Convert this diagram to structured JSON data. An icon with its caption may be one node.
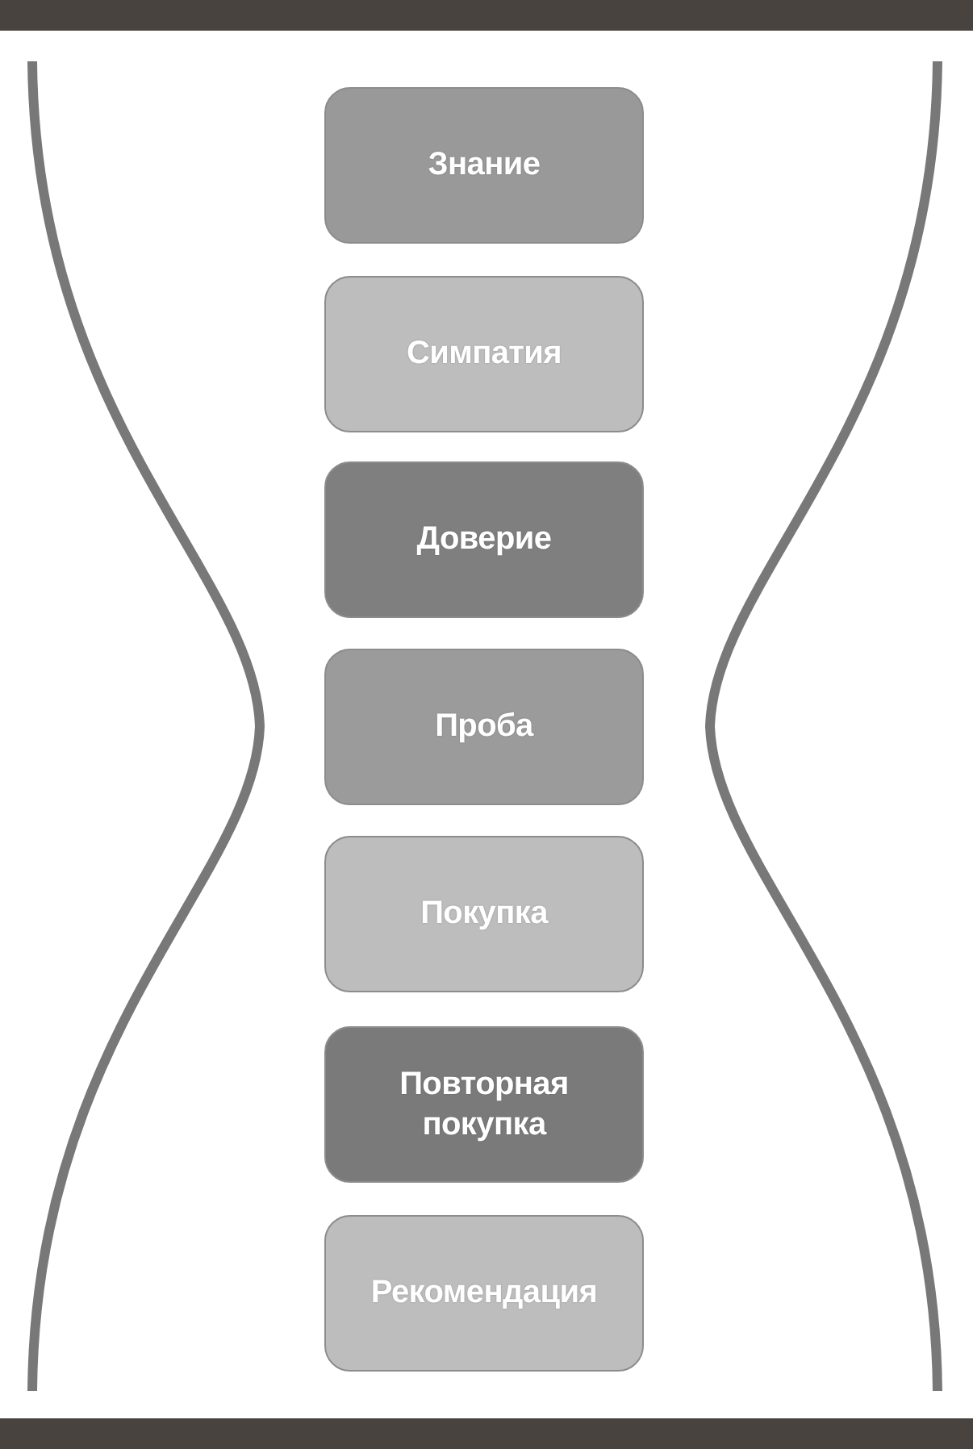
{
  "diagram": {
    "nodes": [
      {
        "text": [
          "Знание"
        ]
      },
      {
        "text": [
          "Симпатия"
        ]
      },
      {
        "text": [
          "Доверие"
        ]
      },
      {
        "text": [
          "Проба"
        ]
      },
      {
        "text": [
          "Покупка"
        ]
      },
      {
        "text": [
          "Повторная покупка"
        ]
      },
      {
        "text": [
          "Рекомендация"
        ]
      }
    ]
  }
}
